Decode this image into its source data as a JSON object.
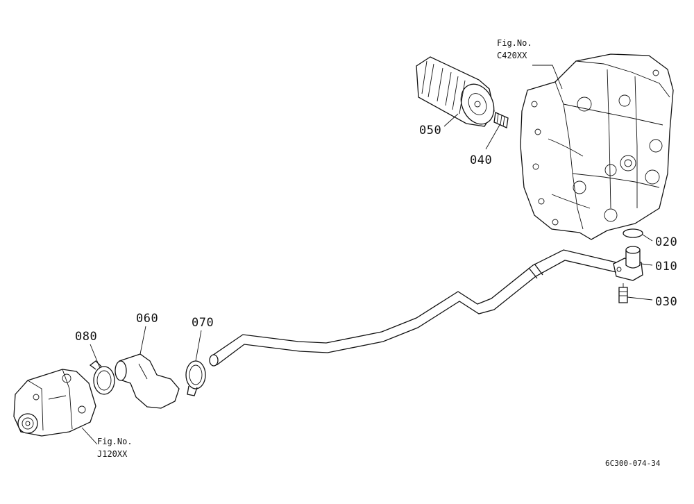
{
  "callouts": {
    "c010": "010",
    "c020": "020",
    "c030": "030",
    "c040": "040",
    "c050": "050",
    "c060": "060",
    "c070": "070",
    "c080": "080"
  },
  "refs": {
    "transmission": {
      "line1": "Fig.No.",
      "line2": "C420XX"
    },
    "pump": {
      "line1": "Fig.No.",
      "line2": "J120XX"
    }
  },
  "drawing_code": "6C300-074-34"
}
